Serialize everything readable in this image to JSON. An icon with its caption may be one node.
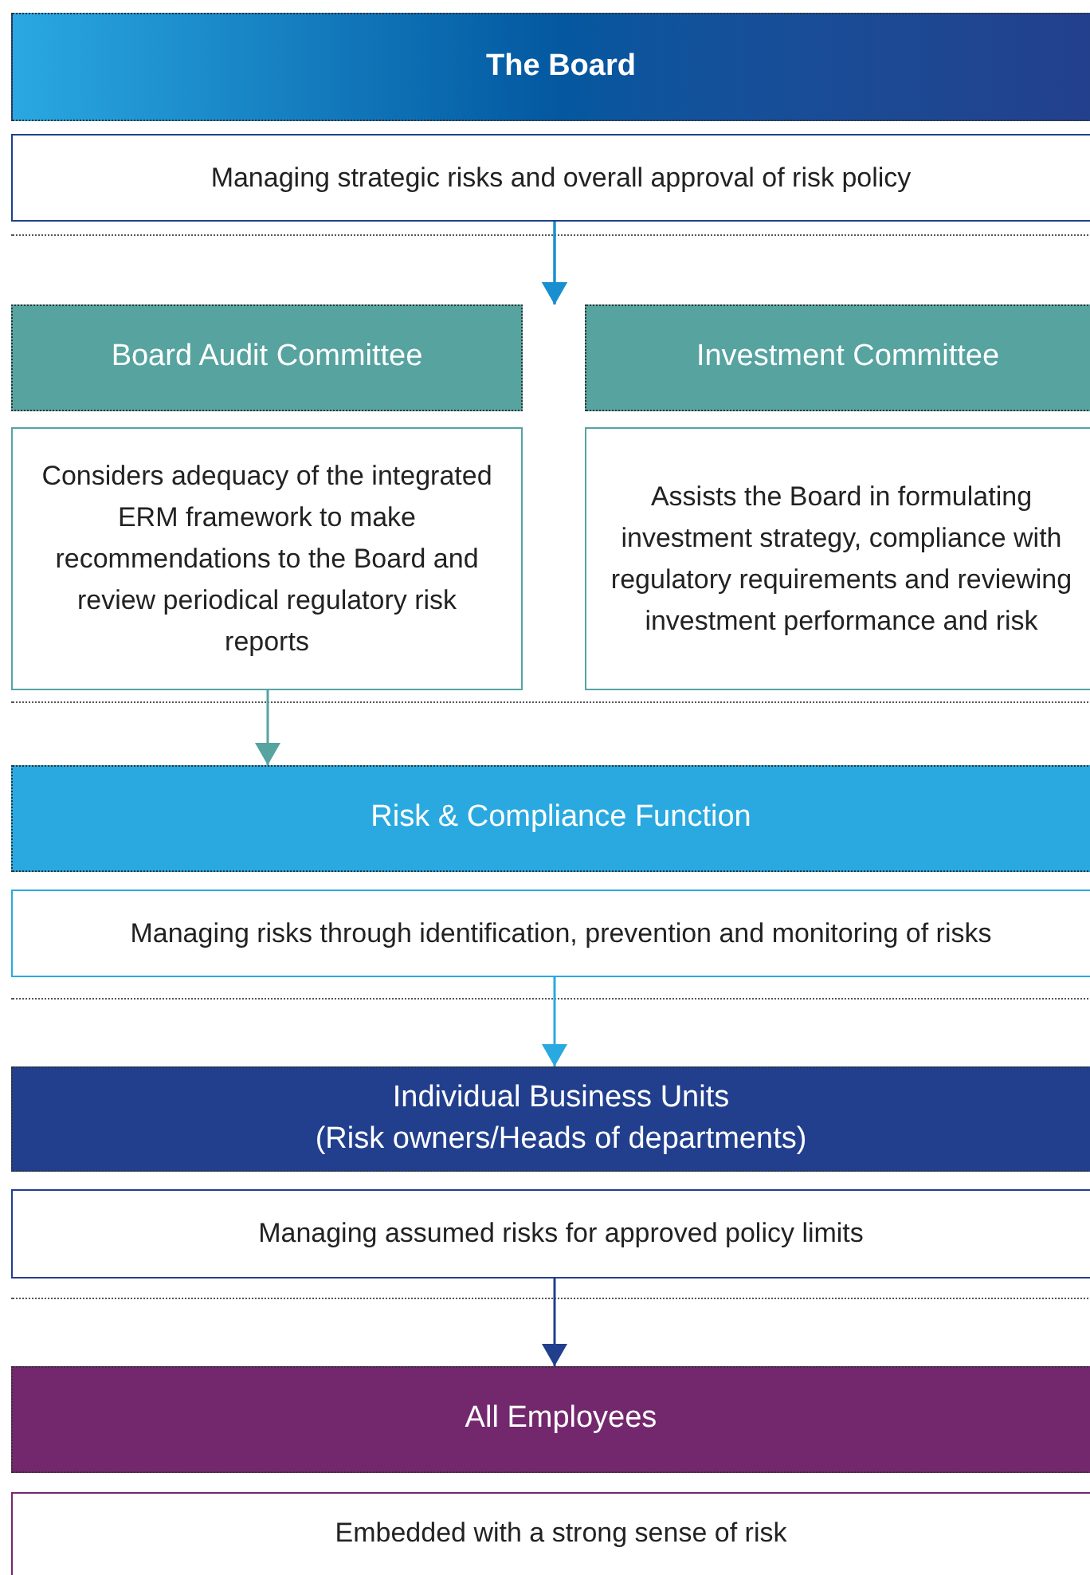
{
  "diagram": {
    "nodes": [
      {
        "text": [
          "The Board"
        ]
      },
      {
        "text": [
          "Managing strategic risks and overall approval of risk policy"
        ]
      },
      {
        "text": [
          "Board Audit Committee"
        ]
      },
      {
        "text": [
          "Investment Committee"
        ]
      },
      {
        "text": [
          "Considers adequacy of the integrated ERM framework to make recommendations to the Board and review periodical regulatory risk reports"
        ]
      },
      {
        "text": [
          "Assists the Board in formulating investment strategy, compliance with regulatory requirements and reviewing investment performance and risk"
        ]
      },
      {
        "text": [
          "Risk & Compliance Function"
        ]
      },
      {
        "text": [
          "Managing risks through identification, prevention and monitoring of risks"
        ]
      },
      {
        "text": [
          "Individual Business Units",
          "(Risk owners/Heads of departments)"
        ]
      },
      {
        "text": [
          "Managing assumed risks for approved policy limits"
        ]
      },
      {
        "text": [
          "All Employees"
        ]
      },
      {
        "text": [
          "Embedded with a strong sense of risk"
        ]
      }
    ],
    "edges": [
      {
        "from": 1,
        "to": 2,
        "arrow": "to"
      },
      {
        "from": 1,
        "to": 3,
        "arrow": "to"
      },
      {
        "from": 4,
        "to": 6,
        "arrow": "to"
      },
      {
        "from": 7,
        "to": 8,
        "arrow": "to"
      },
      {
        "from": 9,
        "to": 10,
        "arrow": "to"
      }
    ]
  }
}
